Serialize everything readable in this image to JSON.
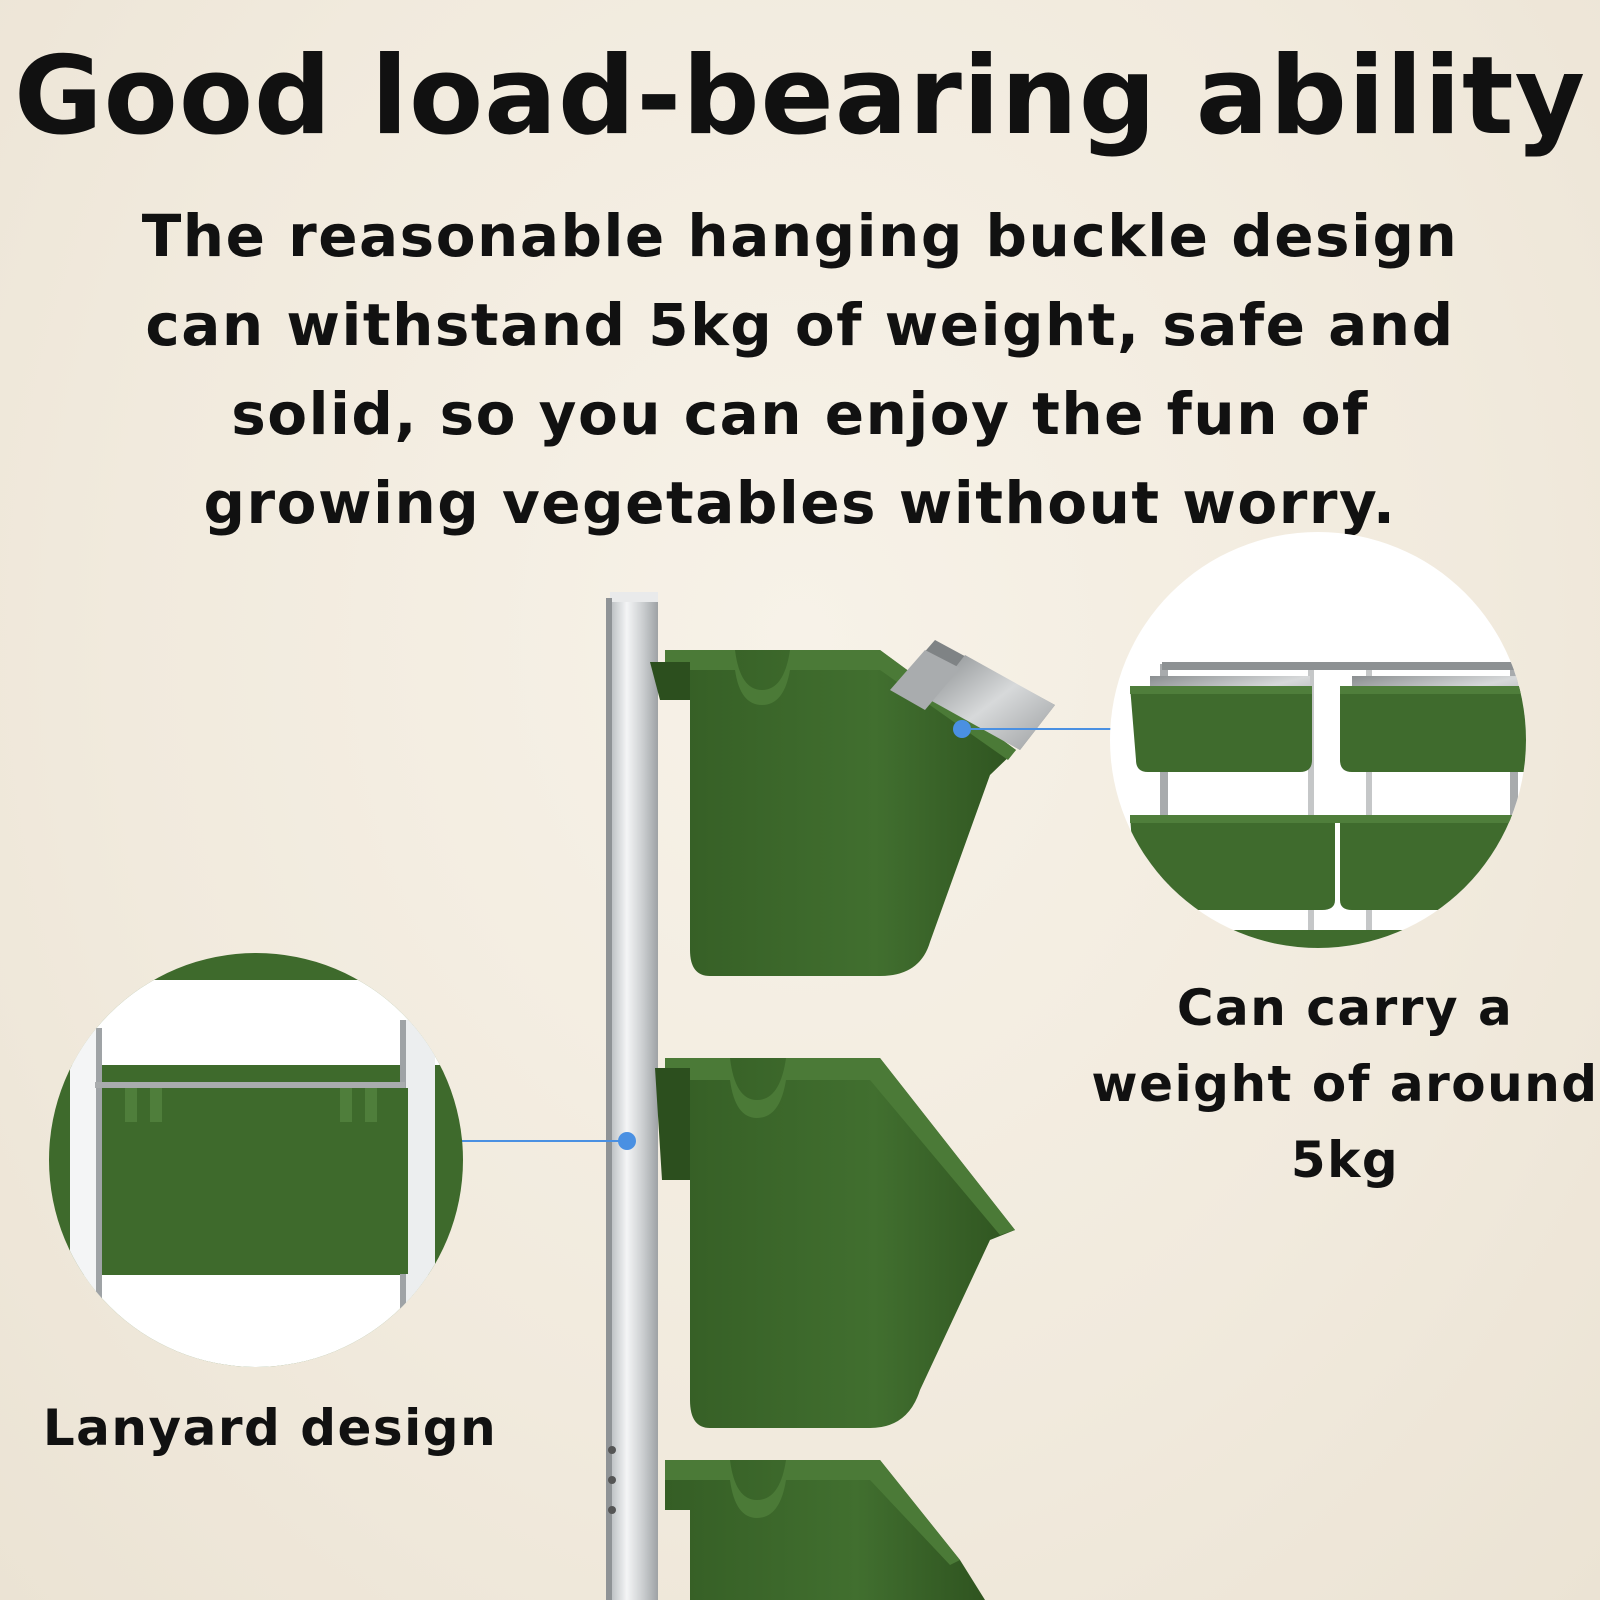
{
  "headline": "Good load-bearing ability",
  "description": "The reasonable hanging buckle design can withstand 5kg of weight, safe and solid, so you can enjoy the fun of growing vegetables without worry.",
  "callouts": {
    "right_caption": "Can carry a weight of around 5kg",
    "left_caption": "Lanyard design"
  },
  "colors": {
    "background": "#f1eadd",
    "planter_green": "#3e6a2c",
    "pole_silver": "#d9dbdc",
    "callout_line": "#4a90e2"
  }
}
